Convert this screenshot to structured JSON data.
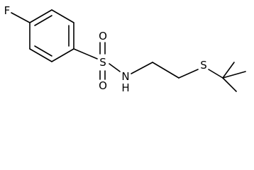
{
  "molecule": {
    "atoms": {
      "fluorine": "F",
      "sulfur_sulfonyl": "S",
      "oxygen_top": "O",
      "oxygen_bottom": "O",
      "nitrogen": "N",
      "hydrogen": "H",
      "sulfur_thioether": "S"
    }
  },
  "colors": {
    "bond": "#000000",
    "label": "#000000",
    "background": "#ffffff"
  }
}
